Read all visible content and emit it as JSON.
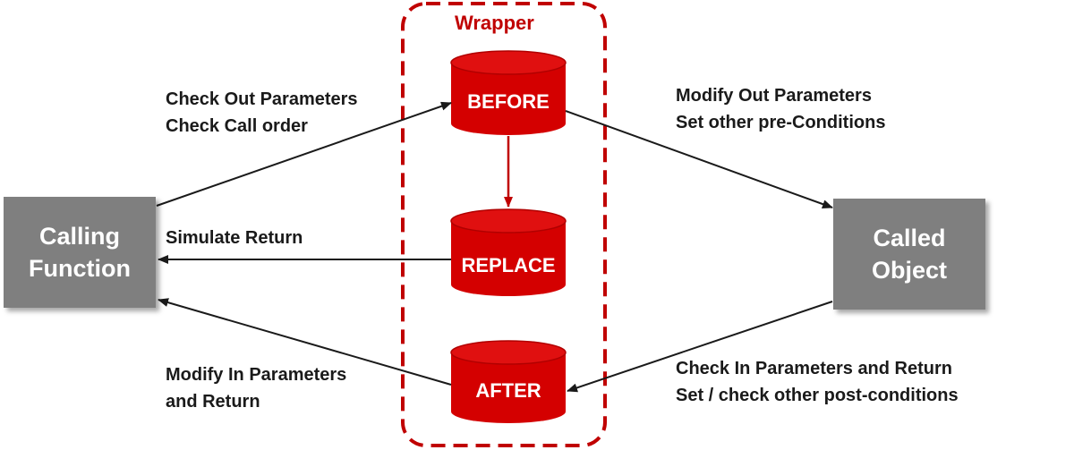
{
  "wrapper": {
    "title": "Wrapper",
    "color": "#c00000"
  },
  "calling_function": {
    "line1": "Calling",
    "line2": "Function"
  },
  "called_object": {
    "line1": "Called",
    "line2": "Object"
  },
  "cylinders": {
    "before": "BEFORE",
    "replace": "REPLACE",
    "after": "AFTER"
  },
  "labels": {
    "check_out": {
      "line1": "Check Out Parameters",
      "line2": "Check Call order"
    },
    "modify_out": {
      "line1": "Modify Out Parameters",
      "line2": "Set other pre-Conditions"
    },
    "simulate_return": "Simulate Return",
    "modify_in": {
      "line1": "Modify In Parameters",
      "line2": "and Return"
    },
    "check_in": {
      "line1": "Check In Parameters and Return",
      "line2": "Set  / check other post-conditions"
    }
  },
  "colors": {
    "box": "#7f7f7f",
    "cylinder": "#d40000",
    "arrow": "#1a1a1a"
  }
}
